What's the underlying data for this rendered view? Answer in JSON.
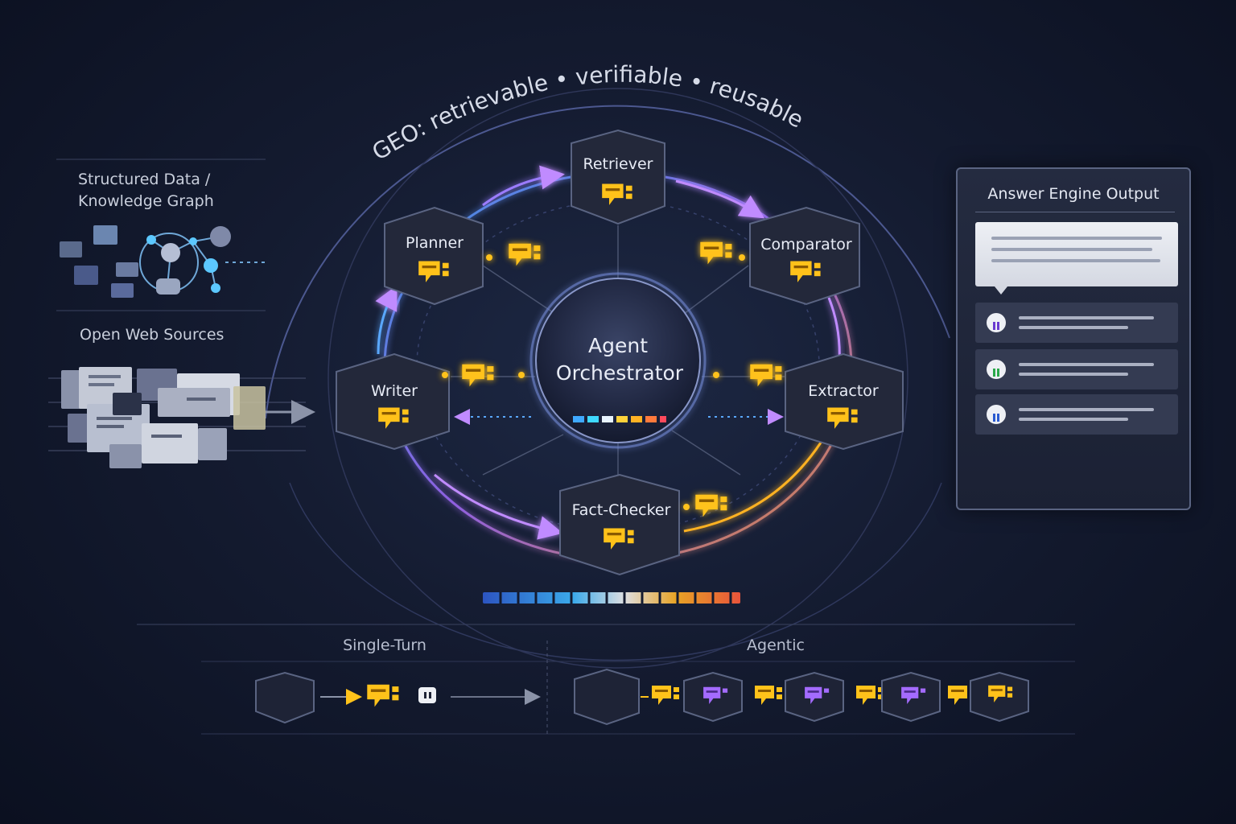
{
  "geo_arc_text": "GEO: retrievable • verifiable • reusable",
  "left": {
    "structured_label_line1": "Structured Data /",
    "structured_label_line2": "Knowledge Graph",
    "web_label": "Open Web Sources"
  },
  "orchestrator": {
    "line1": "Agent",
    "line2": "Orchestrator"
  },
  "agents": [
    {
      "label": "Retriever"
    },
    {
      "label": "Planner"
    },
    {
      "label": "Comparator"
    },
    {
      "label": "Writer"
    },
    {
      "label": "Extractor"
    },
    {
      "label": "Fact-Checker"
    }
  ],
  "output": {
    "title": "Answer Engine Output",
    "citation_icons": [
      "purple-quote-icon",
      "green-quote-icon",
      "blue-quote-icon"
    ]
  },
  "bottom": {
    "single_turn_label": "Single-Turn",
    "agentic_label": "Agentic"
  },
  "colors": {
    "accent_yellow": "#ffc21a",
    "accent_purple": "#a46bff",
    "accent_blue": "#3fa9ff",
    "node_fill": "#23283a"
  }
}
